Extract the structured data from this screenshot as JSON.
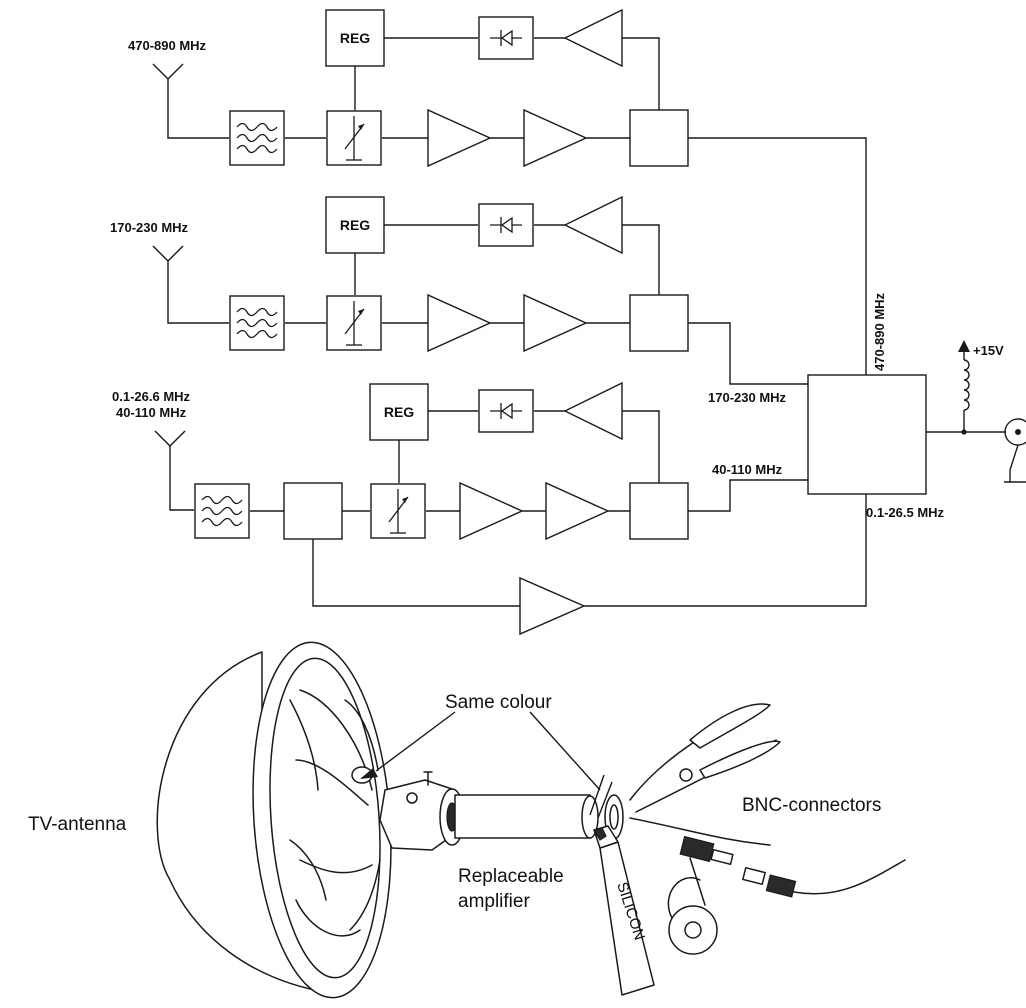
{
  "antennas": [
    {
      "label": "470-890 MHz"
    },
    {
      "label": "170-230 MHz"
    },
    {
      "label_line1": "0.1-26.6 MHz",
      "label_line2": "40-110 MHz"
    }
  ],
  "blocks": {
    "regulator": "REG"
  },
  "combiner": {
    "input_upper": "470-890 MHz",
    "input_middle": "170-230 MHz",
    "input_lower": "40-110 MHz",
    "input_bottom": "0.1-26.5 MHz",
    "supply": "+15V"
  },
  "illustration": {
    "note": "Same colour",
    "antenna_label": "TV-antenna",
    "amplifier_label_line1": "Replaceable",
    "amplifier_label_line2": "amplifier",
    "connectors_label": "BNC-connectors",
    "tube_label": "SILICON"
  },
  "colors": {
    "ink": "#1a1a1a",
    "paper": "#ffffff"
  }
}
